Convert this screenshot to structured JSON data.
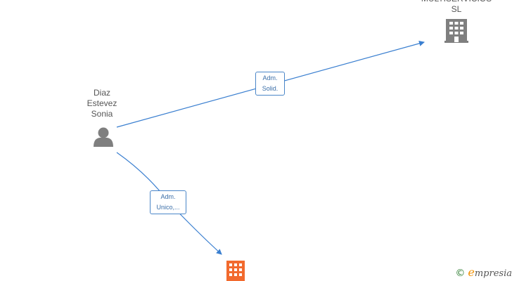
{
  "nodes": {
    "company_top": {
      "label": "MULTISERVICIOS\nSL",
      "icon": "building-icon",
      "color": "#7f7f7f"
    },
    "person": {
      "label": "Diaz\nEstevez\nSonia",
      "icon": "person-icon",
      "color": "#7f7f7f"
    },
    "company_bottom": {
      "label": "",
      "icon": "building-icon",
      "color": "#f26a2e"
    }
  },
  "edges": {
    "to_top": {
      "label": "Adm.\nSolid."
    },
    "to_bottom": {
      "label": "Adm.\nUnico,..."
    }
  },
  "colors": {
    "edge": "#3a7fd0",
    "edge_label_border": "#4a86c8"
  },
  "watermark": {
    "copyright": "©",
    "brand_initial": "e",
    "brand_rest": "mpresia"
  }
}
